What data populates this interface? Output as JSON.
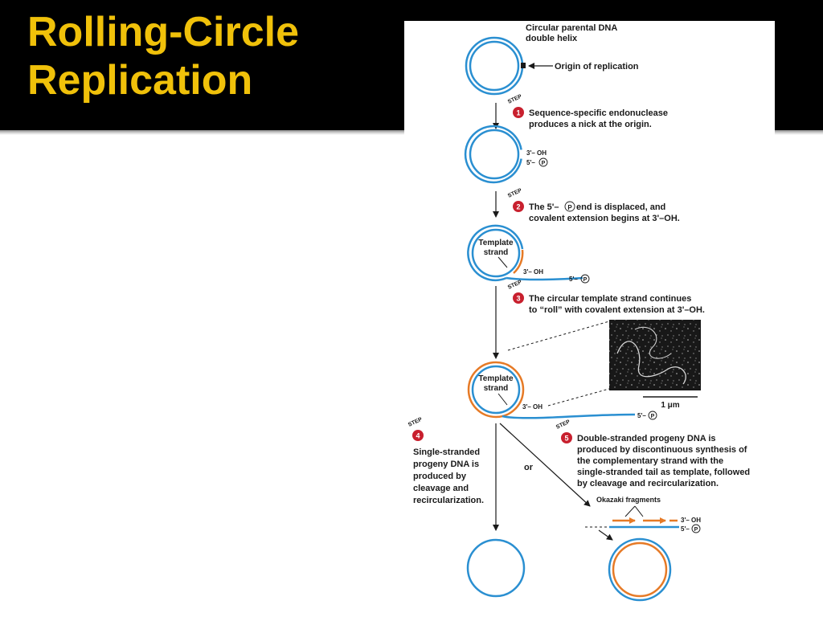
{
  "slide": {
    "title_line1": "Rolling-Circle",
    "title_line2": "Replication"
  },
  "colors": {
    "header_background": "#000000",
    "title_text": "#f0c10a",
    "parental_strand": "#2a8fd1",
    "new_strand": "#e67a26",
    "step_badge": "#c8202e"
  },
  "figure": {
    "top_label_line1": "Circular parental DNA",
    "top_label_line2": "double helix",
    "origin_label": "Origin of replication",
    "step_word": "STEP",
    "step1": {
      "number": "1",
      "line1": "Sequence-specific endonuclease",
      "line2": "produces a nick at the origin."
    },
    "nick_label_3oh": "3'– OH",
    "nick_label_5p": "5'–",
    "phosphate_symbol": "P",
    "step2": {
      "number": "2",
      "line1a": "The 5'–",
      "line1b": "end is displaced, and",
      "line2": "covalent extension begins at 3'–OH."
    },
    "template_label_line1": "Template",
    "template_label_line2": "strand",
    "label_3oh_a": "3'– OH",
    "label_5p_a": "5'–",
    "step3": {
      "number": "3",
      "line1": "The circular template strand continues",
      "line2": "to “roll” with covalent extension at 3'–OH."
    },
    "micrograph_scale": "1 μm",
    "label_3oh_b": "3'– OH",
    "label_5p_b": "5'–",
    "step4": {
      "number": "4",
      "lines": [
        "Single-stranded",
        "progeny DNA is",
        "produced by",
        "cleavage and",
        "recircularization."
      ]
    },
    "or_label": "or",
    "step5": {
      "number": "5",
      "lines": [
        "Double-stranded progeny DNA is",
        "produced by discontinuous synthesis of",
        "the complementary strand with the",
        "single-stranded tail as template, followed",
        "by cleavage and recircularization."
      ]
    },
    "okazaki_label": "Okazaki fragments",
    "label_3oh_c": "3'– OH",
    "label_5p_c": "5'–"
  }
}
